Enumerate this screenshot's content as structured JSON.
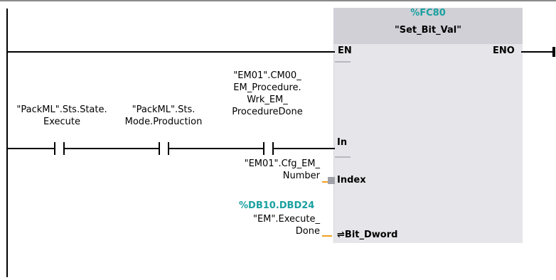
{
  "block": {
    "address": "%FC80",
    "name": "\"Set_Bit_Val\"",
    "pins": {
      "en": "EN",
      "eno": "ENO",
      "in": "In",
      "index": "Index",
      "bit_dword_arrow": "⇌",
      "bit_dword": "Bit_Dword"
    }
  },
  "contacts": [
    {
      "line1": "\"PackML\".Sts.State.",
      "line2": "Execute"
    },
    {
      "line1": "\"PackML\".Sts.",
      "line2": "Mode.Production"
    },
    {
      "line1": "\"EM01\".CM00_",
      "line2": "EM_Procedure.",
      "line3": "Wrk_EM_",
      "line4": "ProcedureDone"
    }
  ],
  "operands": {
    "index": {
      "line1": "\"EM01\".Cfg_EM_",
      "line2": "Number"
    },
    "bit_dword": {
      "address": "%DB10.DBD24",
      "line1": "\"EM\".Execute_",
      "line2": "Done"
    }
  }
}
